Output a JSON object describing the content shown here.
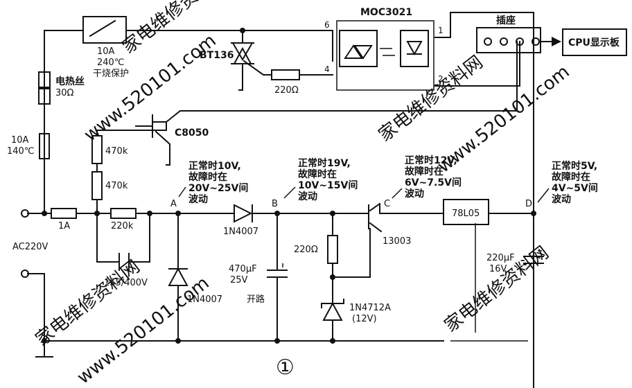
{
  "labels": {
    "moc": "MOC3021",
    "socket": "插座",
    "cpu": "CPU显示板",
    "fuse10a_1": "10A",
    "fuse10a_2": "240℃",
    "fuse10a_3": "干烧保护",
    "heater_1": "电热丝",
    "heater_2": "30Ω",
    "fuse140_1": "10A",
    "fuse140_2": "140℃",
    "bt136": "BT136",
    "r220": "220Ω",
    "pin6": "6",
    "pin4": "4",
    "pin1": "1",
    "pin2": "2",
    "c8050": "C8050",
    "r470a": "470k",
    "r470b": "470k",
    "fuse1a": "1A",
    "r220k": "220k",
    "cap155": "155/400V",
    "ac": "AC220V",
    "a": "A",
    "b": "B",
    "c": "C",
    "d": "D",
    "d1": "1N4007",
    "d2": "1N4007",
    "cap470_1": "470μF",
    "cap470_2": "25V",
    "open": "开路",
    "r220b": "220Ω",
    "zener_1": "1N4712A",
    "zener_2": "(12V)",
    "q13003": "13003",
    "reg": "78L05",
    "cap220_1": "220μF",
    "cap220_2": "16V",
    "figure": "①",
    "noteA_1": "正常时10V,",
    "noteA_2": "故障时在",
    "noteA_3": "20V~25V间",
    "noteA_4": "波动",
    "noteB_1": "正常时19V,",
    "noteB_2": "故障时在",
    "noteB_3": "10V~15V间",
    "noteB_4": "波动",
    "noteC_1": "正常时12V,",
    "noteC_2": "故障时在",
    "noteC_3": "6V~7.5V间",
    "noteC_4": "波动",
    "noteD_1": "正常时5V,",
    "noteD_2": "故障时在",
    "noteD_3": "4V~5V间",
    "noteD_4": "波动"
  },
  "watermarks": [
    "家电维修资料网",
    "www.520101.com",
    "家电维修资料网",
    "www.520101.com",
    "家电维修资料网",
    "www.520101.com",
    "家电维修资料网"
  ]
}
